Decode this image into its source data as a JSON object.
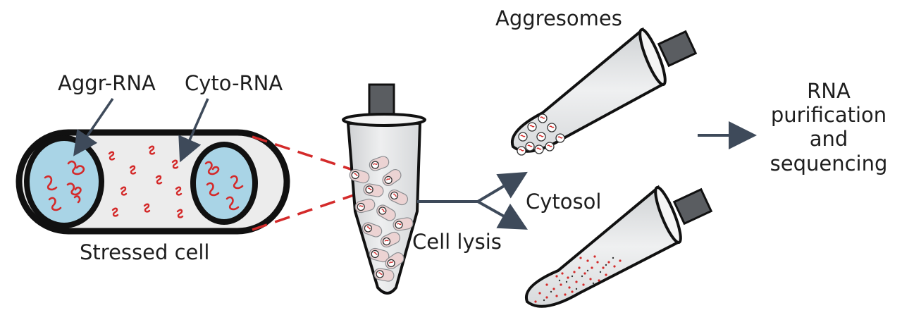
{
  "labels": {
    "aggr_rna": "Aggr-RNA",
    "cyto_rna": "Cyto-RNA",
    "stressed_cell": "Stressed cell",
    "cell_lysis": "Cell lysis",
    "aggresomes": "Aggresomes",
    "cytosol": "Cytosol",
    "rna_purification": [
      "RNA",
      "purification",
      "and",
      "sequencing"
    ]
  },
  "colors": {
    "outline": "#111111",
    "cell_fill": "#ececec",
    "nucleus_fill": "#a9d4e6",
    "rna_red": "#d42a2a",
    "tube_fill": "#e6e7e8",
    "cap_fill": "#5a5d61",
    "arrow": "#3e4a5a"
  }
}
